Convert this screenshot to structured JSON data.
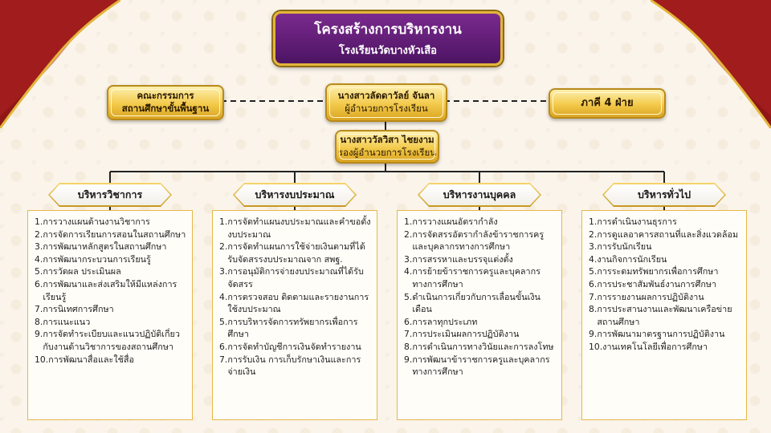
{
  "header": {
    "title": "โครงสร้างการบริหารงาน",
    "subtitle": "โรงเรียนวัดบางหัวเสือ"
  },
  "top_row": {
    "left_box": {
      "line1": "คณะกรรมการ",
      "line2": "สถานศึกษาขั้นพื้นฐาน"
    },
    "director": {
      "name": "นางสาวลัดดาวัลย์ จันลา",
      "role": "ผู้อำนวยการโรงเรียน"
    },
    "right_box": {
      "label": "ภาคี 4 ฝ่าย"
    }
  },
  "deputy": {
    "name": "นางสาววัลวิสา ไชยงาม",
    "role": "รองผู้อำนวยการโรงเรียน"
  },
  "departments": [
    {
      "title": "บริหารวิชาการ",
      "items": [
        [
          "1.",
          "การวางแผนด้านงานวิชาการ"
        ],
        [
          "2.",
          "การจัดการเรียนการสอนในสถานศึกษา"
        ],
        [
          "3.",
          "การพัฒนาหลักสูตรในสถานศึกษา"
        ],
        [
          "4.",
          "การพัฒนากระบวนการเรียนรู้"
        ],
        [
          "5.",
          "การวัดผล ประเมินผล"
        ],
        [
          "6.",
          "การพัฒนาและส่งเสริมให้มีแหล่งการเรียนรู้"
        ],
        [
          "7.",
          "การนิเทศการศึกษา"
        ],
        [
          "8.",
          "การแนะแนว"
        ],
        [
          "9.",
          "การจัดทำระเบียบและแนวปฏิบัติเกี่ยวกับงานด้านวิชาการของสถานศึกษา"
        ],
        [
          "10.",
          "การพัฒนาสื่อและใช้สื่อ"
        ]
      ]
    },
    {
      "title": "บริหารงบประมาณ",
      "items": [
        [
          "1.",
          "การจัดทำแผนงบประมาณและคำขอตั้งงบประมาณ"
        ],
        [
          "2.",
          "การจัดทำแผนการใช้จ่ายเงินตามที่ได้รับจัดสรรงบประมาณจาก สพฐ."
        ],
        [
          "3.",
          "การอนุมัติการจ่ายงบประมาณที่ได้รับจัดสรร"
        ],
        [
          "4.",
          "การตรวจสอบ ติดตามและรายงานการใช้งบประมาณ"
        ],
        [
          "5.",
          "การบริหารจัดการทรัพยากรเพื่อการศึกษา"
        ],
        [
          "6.",
          "การจัดทำบัญชีการเงินจัดทำรายงาน"
        ],
        [
          "7.",
          "การรับเงิน การเก็บรักษาเงินและการจ่ายเงิน"
        ]
      ]
    },
    {
      "title": "บริหารงานบุคคล",
      "items": [
        [
          "1.",
          "การวางแผนอัตรากำลัง"
        ],
        [
          "2.",
          "การจัดสรรอัตรากำลังข้าราชการครูและบุคลากรทางการศึกษา"
        ],
        [
          "3.",
          "การสรรหาและบรรจุแต่งตั้ง"
        ],
        [
          "4.",
          "การย้ายข้าราชการครูและบุคลากรทางการศึกษา"
        ],
        [
          "5.",
          "ดำเนินการเกี่ยวกับการเลื่อนขั้นเงินเดือน"
        ],
        [
          "6.",
          "การลาทุกประเภท"
        ],
        [
          "7.",
          "การประเมินผลการปฏิบัติงาน"
        ],
        [
          "8.",
          "การดำเนินการทางวินัยและการลงโทษ"
        ],
        [
          "9.",
          "การพัฒนาข้าราชการครูและบุคลากรทางการศึกษา"
        ]
      ]
    },
    {
      "title": "บริหารทั่วไป",
      "items": [
        [
          "1.",
          "การดำเนินงานธุรการ"
        ],
        [
          "2.",
          "การดูแลอาคารสถานที่และสิ่งแวดล้อม"
        ],
        [
          "3.",
          "การรับนักเรียน"
        ],
        [
          "4.",
          "งานกิจการนักเรียน"
        ],
        [
          "5.",
          "การระดมทรัพยากรเพื่อการศึกษา"
        ],
        [
          "6.",
          "การประชาสัมพันธ์งานการศึกษา"
        ],
        [
          "7.",
          "การรายงานผลการปฏิบัติงาน"
        ],
        [
          "8.",
          "การประสานงานและพัฒนาเครือข่ายสถานศึกษา"
        ],
        [
          "9.",
          "การพัฒนามาตรฐานการปฏิบัติงาน"
        ],
        [
          "10.",
          "งานเทคโนโลยีเพื่อการศึกษา"
        ]
      ]
    }
  ],
  "colors": {
    "banner_purple": "#5e1a78",
    "gold": "#e3b53b",
    "curtain_red": "#8e1616",
    "background": "#faf4ea"
  }
}
